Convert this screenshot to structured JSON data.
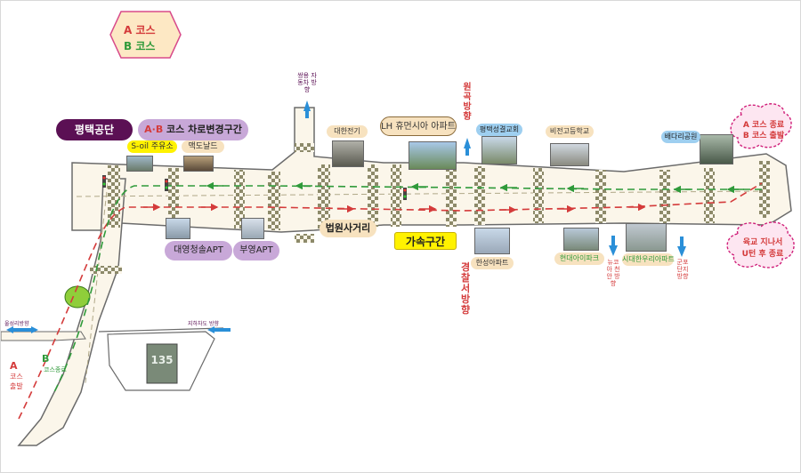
{
  "colors": {
    "road_fill": "#fbf6ea",
    "road_edge": "#6b6b6b",
    "crosswalk": "#8d8a6a",
    "course_a": "#d43b3b",
    "course_b": "#2f9a3a",
    "arrow_blue": "#2a8fd8",
    "label_dark": "#5b1054",
    "label_lilac": "#c8a8d8",
    "label_yellow": "#fff200",
    "label_peach": "#f7e2bf",
    "label_pink_bubble": "#fde6f1"
  },
  "legend": {
    "course_a": "A 코스",
    "course_b": "B 코스"
  },
  "labels": {
    "pyeongtaek_industrial": "평택공단",
    "ab_course_change": {
      "prefix": "A·B",
      "rest": " 코스 차로변경구간"
    },
    "soil": "S-oil 주유소",
    "mcdonalds": "맥도날드",
    "daeyoung_apt": "대영청솔APT",
    "buyoung_apt": "부영APT",
    "court_intersection": "법원사거리",
    "acceleration": "가속구간",
    "daehan_electric": "대한전기",
    "lh_apt": "LH 휴먼시아 아파트",
    "pt_church": "평택성결교회",
    "bijeon_school": "비전고등학교",
    "baedari_park": "배다리공원",
    "hansung_apt": "한성아파트",
    "hyundai_apt": "현대아이파크",
    "sidae_apt": "시대한우리아파트",
    "end_bubble": {
      "line1": "A 코스 종료",
      "line2": "B 코스 출발"
    },
    "uturn_bubble": {
      "line1": "육교 지나서",
      "line2": "U턴 후 종료"
    },
    "ssangyong": "쌍용 자동차 방향",
    "wongok": "원곡방향",
    "police": "경찰서방향",
    "cheonan": "뉴코아 천안 방향",
    "army_hospital": "군포 단지 방향",
    "ulseong": "울성리방향",
    "jihado": "지하차도 방향",
    "a_start": {
      "line1": "A",
      "line2": "코스",
      "line3": "출발"
    },
    "b_end": {
      "line1": "B",
      "line2": "코스종료"
    },
    "building_number": "135"
  }
}
